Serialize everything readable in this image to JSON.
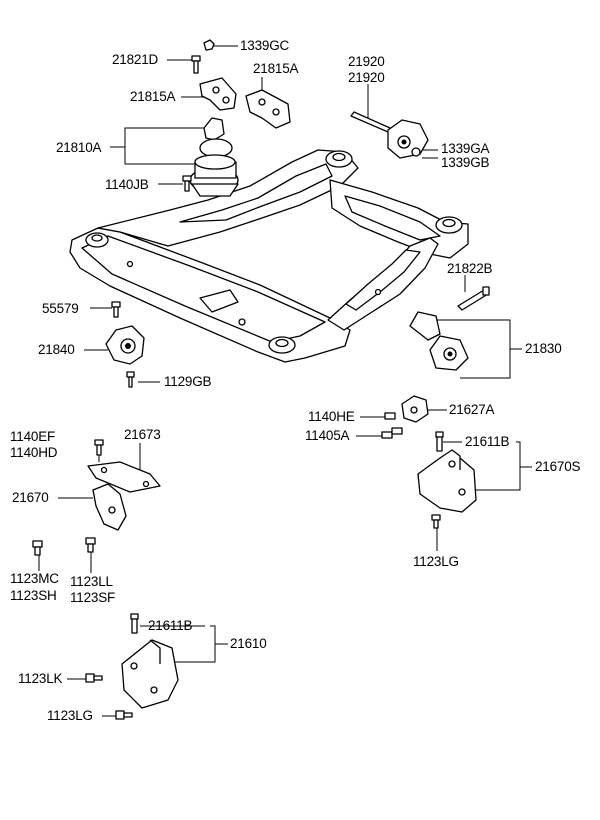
{
  "labels": {
    "l1339GC": "1339GC",
    "l21821D": "21821D",
    "l21815A_top": "21815A",
    "l21815A_left": "21815A",
    "l21810A": "21810A",
    "l1140JB": "1140JB",
    "l21920_a": "21920",
    "l21920_b": "21920",
    "l1339GA": "1339GA",
    "l1339GB": "1339GB",
    "l21822B": "21822B",
    "l55579": "55579",
    "l21840": "21840",
    "l21830": "21830",
    "l1129GB": "1129GB",
    "l1140HE": "1140HE",
    "l21627A": "21627A",
    "l11405A": "11405A",
    "l21611B_r": "21611B",
    "l21670S": "21670S",
    "l1123LG_r": "1123LG",
    "l1140EF": "1140EF",
    "l1140HD": "1140HD",
    "l21673": "21673",
    "l21670": "21670",
    "l1123MC": "1123MC",
    "l1123SH": "1123SH",
    "l1123LL": "1123LL",
    "l1123SF": "1123SF",
    "l21611B_b": "21611B",
    "l21610": "21610",
    "l1123LK": "1123LK",
    "l1123LG_b": "1123LG"
  }
}
